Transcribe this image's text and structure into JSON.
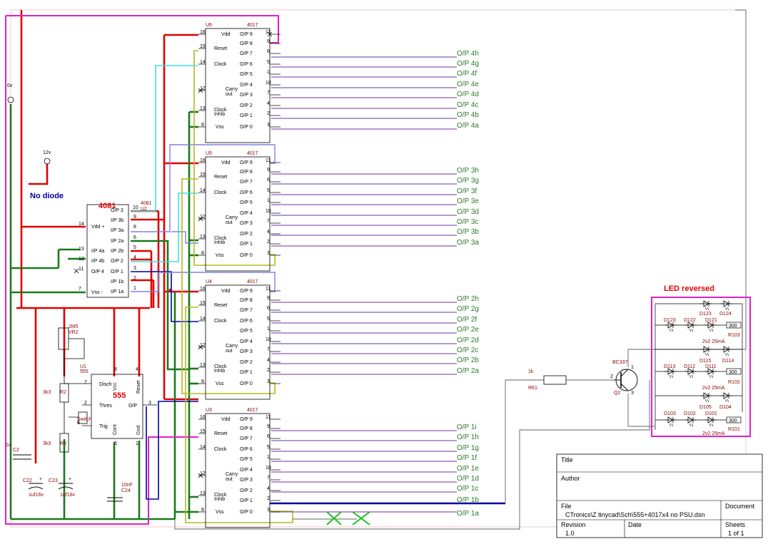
{
  "colors": {
    "red": "#e00000",
    "green": "#1a7a1a",
    "blue": "#0000a0",
    "cyan": "#40e0e0",
    "magenta": "#e020c8",
    "olive": "#b8b820",
    "violet": "#8080e0",
    "purple": "#7030a0",
    "gray": "#606060",
    "label_green": "#2a7a2a",
    "ref_red": "#8b0000"
  },
  "notes": {
    "no_diode": "No diode",
    "led_reversed": "LED reversed"
  },
  "power": {
    "zero_v": "0v",
    "twelve_v": "12v"
  },
  "counter_pins": {
    "vdd": "Vdd",
    "reset": "Reset",
    "clock": "Clock",
    "carry": "Carry",
    "out": "out",
    "clock2": "Clock",
    "inhib": "Inhib",
    "vss": "Vss",
    "op9": "O/P 9",
    "op8": "O/P 8",
    "op7": "O/P 7",
    "op6": "O/P 6",
    "op5": "O/P 5",
    "op4": "O/P 4",
    "op3": "O/P 3",
    "op2": "O/P 2",
    "op1": "O/P 1",
    "op0": "O/P 0",
    "n16": "16",
    "n15": "15",
    "n14": "14",
    "n12": "12",
    "n13": "13",
    "n8": "8",
    "n11": "11",
    "n9": "9",
    "n6": "6",
    "n5": "5",
    "n1": "1",
    "n10": "10",
    "n7": "7",
    "n4": "4",
    "n2": "2",
    "n3": "3"
  },
  "counters": [
    {
      "ref": "U6",
      "part": "4017",
      "lbl9": "O/P 9",
      "lbl8": "O/P 8",
      "lbl7": "O/P 7",
      "lbl6": "O/P 6",
      "lbl5": "O/P 5",
      "lbl4": "O/P 4",
      "lbl3": "O/P 3",
      "lbl2": "O/P 2",
      "lbl1": "O/P 1",
      "lbl0": "O/P 0",
      "p9": "11",
      "p8": "9",
      "p7": "6",
      "p6": "5",
      "p5": "1",
      "p4": "10",
      "p3": "7",
      "p2": "4",
      "p1": "2",
      "p0": "3",
      "outputs": [
        "O/P 4h",
        "O/P 4g",
        "O/P 4f",
        "O/P 4e",
        "O/P 4d",
        "O/P 4c",
        "O/P 4b",
        "O/P 4a"
      ]
    },
    {
      "ref": "U5",
      "part": "4017",
      "lbl9": "O/P 9",
      "lbl8": "O/P 8",
      "lbl7": "O/P 7",
      "lbl6": "O/P 6",
      "lbl5": "O/P 5",
      "lbl4": "O/P 4",
      "lbl3": "O/P 3",
      "lbl2": "O/P 2",
      "lbl1": "O/P 1",
      "lbl0": "O/P 0",
      "p9": "11",
      "p8": "9",
      "p7": "6",
      "p6": "5",
      "p5": "1",
      "p4": "10",
      "p3": "7",
      "p2": "4",
      "p1": "2",
      "p0": "3",
      "outputs": [
        "O/P 3h",
        "O/P 3g",
        "O/P 3f",
        "O/P 3e",
        "O/P 3d",
        "O/P 3c",
        "O/P 3b",
        "O/P 3a"
      ]
    },
    {
      "ref": "U4",
      "part": "4017",
      "lbl9": "O/P 9",
      "lbl8": "O/P 8",
      "lbl7": "O/P 7",
      "lbl6": "O/P 6",
      "lbl5": "O/P 5",
      "lbl4": "O/P 4",
      "lbl3": "O/P 3",
      "lbl2": "O/P 2",
      "lbl1": "O/P 1",
      "lbl0": "O/P 0",
      "p9": "11",
      "p8": "9",
      "p7": "6",
      "p6": "5",
      "p5": "1",
      "p4": "10",
      "p3": "7",
      "p2": "4",
      "p1": "2",
      "p0": "3",
      "outputs": [
        "O/P 2h",
        "O/P 2g",
        "O/P 2f",
        "O/P 2e",
        "O/P 2d",
        "O/P 2c",
        "O/P 2b",
        "O/P 2a"
      ]
    },
    {
      "ref": "U3",
      "part": "4017",
      "lbl9": "O/P 9",
      "lbl8": "O/P 8",
      "lbl7": "O/P 7",
      "lbl6": "O/P 6",
      "lbl5": "O/P 5",
      "lbl4": "O/P 4",
      "lbl3": "O/P 3",
      "lbl2": "O/P 2",
      "lbl1": "O/P 1",
      "lbl0": "O/P 0",
      "p9": "11",
      "p8": "9",
      "p7": "6",
      "p6": "5",
      "p5": "1",
      "p4": "10",
      "p3": "7",
      "p2": "4",
      "p1": "2",
      "p0": "3",
      "outputs": [
        "O/P 1i",
        "O/P 1h",
        "O/P 1g",
        "O/P 1f",
        "O/P 1e",
        "O/P 1d",
        "O/P 1c",
        "O/P 1b",
        "O/P 1a"
      ]
    }
  ],
  "gate4081": {
    "title": "4081",
    "ref": "U2",
    "part": "4081",
    "pins": {
      "op3": "O/P 3",
      "ip3b": "I/P 3b",
      "ip3a": "I/P 3a",
      "ip2a": "I/P 2a",
      "ip2b": "I/P 2b",
      "op2": "O/P 2",
      "op1": "O/P 1",
      "ip1b": "I/P 1b",
      "ip1a": "I/P 1a",
      "vdd": "Vdd +",
      "ip4a": "I/P 4a",
      "ip4b": "I/P 4b",
      "op4": "O/P 4",
      "vss": "Vss -",
      "n10": "10",
      "n9": "9",
      "n8": "8",
      "n6": "6",
      "n5": "5",
      "n4": "4",
      "n3": "3",
      "n2": "2",
      "n1": "1",
      "n14": "14",
      "n13": "13",
      "n12": "12",
      "n11": "11",
      "n7": "7"
    }
  },
  "timer555": {
    "title": "555",
    "ref": "U1",
    "part": "555",
    "pins": {
      "disch": "Disch",
      "vcc": "Vcc",
      "reset": "Reset",
      "thres": "Thres",
      "op": "O/P",
      "trig": "Trig",
      "cont": "Cont",
      "gnd": "Gnd",
      "n7": "7",
      "n8": "8",
      "n4": "4",
      "n2": "2",
      "n3": "3",
      "n5": "5",
      "n1": "1",
      "n6": "6"
    }
  },
  "parts": {
    "vr2_value": "2M5",
    "vr2_ref": "VR2",
    "r2_value": "3k3",
    "r2_ref": "R2",
    "r3_value": "3k3",
    "r3_ref": "R3",
    "c2_value": "1u",
    "c2_ref": "C2",
    "c22_value": "1uf16v",
    "c22_ref": "C22",
    "c23_value": "1uf16v",
    "c23_ref": "C23",
    "c24_value": "10nF",
    "c24_ref": "C24",
    "sw_ref": "Switch",
    "r61_value": "1k",
    "r61_ref": "R61",
    "q2_part": "BC337",
    "q2_ref": "Q2",
    "q_pin1": "1",
    "q_pin2": "2",
    "q_pin3": "3",
    "plus": "+"
  },
  "leds": {
    "row1": [
      "D123",
      "D124"
    ],
    "row2": [
      "D123",
      "D122",
      "D121"
    ],
    "row3": [
      "D115",
      "D114"
    ],
    "row4": [
      "D113",
      "D112",
      "D111"
    ],
    "row5": [
      "D105",
      "D104"
    ],
    "row6": [
      "D103",
      "D102",
      "D101"
    ],
    "r103_value": "300",
    "r103_ref": "R103",
    "r102_value": "300",
    "r102_ref": "R102",
    "r101_value": "300",
    "r101_ref": "R101",
    "led_note": "2v2 25mA"
  },
  "title_block": {
    "title_label": "Title",
    "author_label": "Author",
    "file_label": "File",
    "file_value": "CTronics\\Z tinycad\\Sch\\555+4017x4 no PSU.dsn",
    "document_label": "Document",
    "revision_label": "Revision",
    "revision_value": "1.0",
    "date_label": "Date",
    "sheets_label": "Sheets",
    "sheets_value": "1 of 1"
  }
}
